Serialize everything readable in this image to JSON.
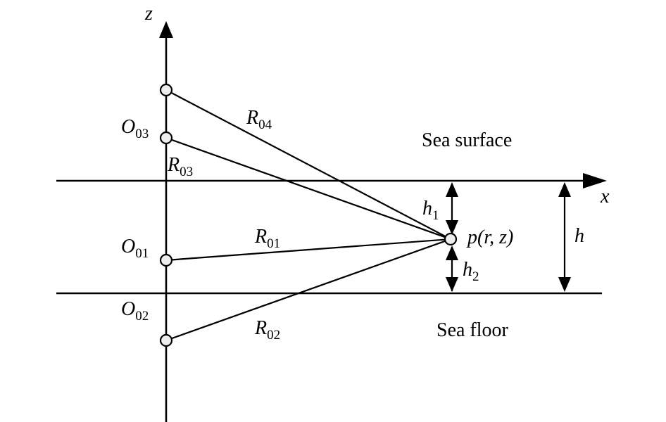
{
  "diagram": {
    "axes": {
      "z_label": "z",
      "x_label": "x"
    },
    "regions": {
      "surface_label": "Sea surface",
      "floor_label": "Sea floor"
    },
    "sources": [
      {
        "id": "O04",
        "label": "",
        "path_label": "R",
        "path_sub": "04"
      },
      {
        "id": "O03",
        "label": "O",
        "label_sub": "03",
        "path_label": "R",
        "path_sub": "03"
      },
      {
        "id": "O01",
        "label": "O",
        "label_sub": "01",
        "path_label": "R",
        "path_sub": "01"
      },
      {
        "id": "O02",
        "label": "O",
        "label_sub": "02",
        "path_label": "R",
        "path_sub": "02"
      }
    ],
    "receiver": {
      "label": "p(r, z)"
    },
    "dimensions": {
      "h1": {
        "main": "h",
        "sub": "1"
      },
      "h2": {
        "main": "h",
        "sub": "2"
      },
      "h": {
        "main": "h"
      }
    },
    "colors": {
      "line": "#000000",
      "node_fill": "#eeeeee"
    }
  }
}
